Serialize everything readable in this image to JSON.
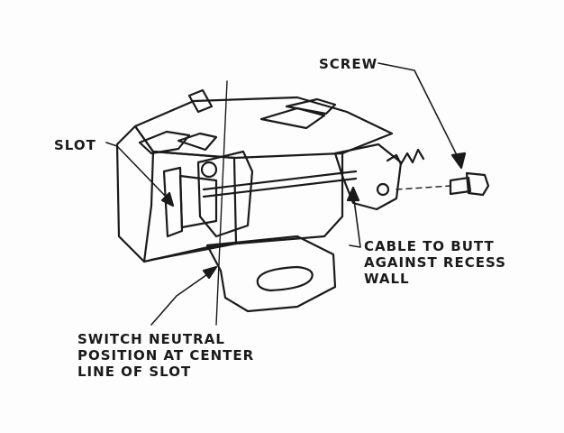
{
  "labels": {
    "screw": "SCREW",
    "slot": "SLOT",
    "cable": [
      "CABLE TO BUTT",
      "AGAINST RECESS",
      "WALL"
    ],
    "switch": [
      "SWITCH NEUTRAL",
      "POSITION AT CENTER",
      "LINE OF SLOT"
    ]
  },
  "colors": {
    "ink": "#1a1a1a",
    "paper": "#fdfdfd"
  }
}
